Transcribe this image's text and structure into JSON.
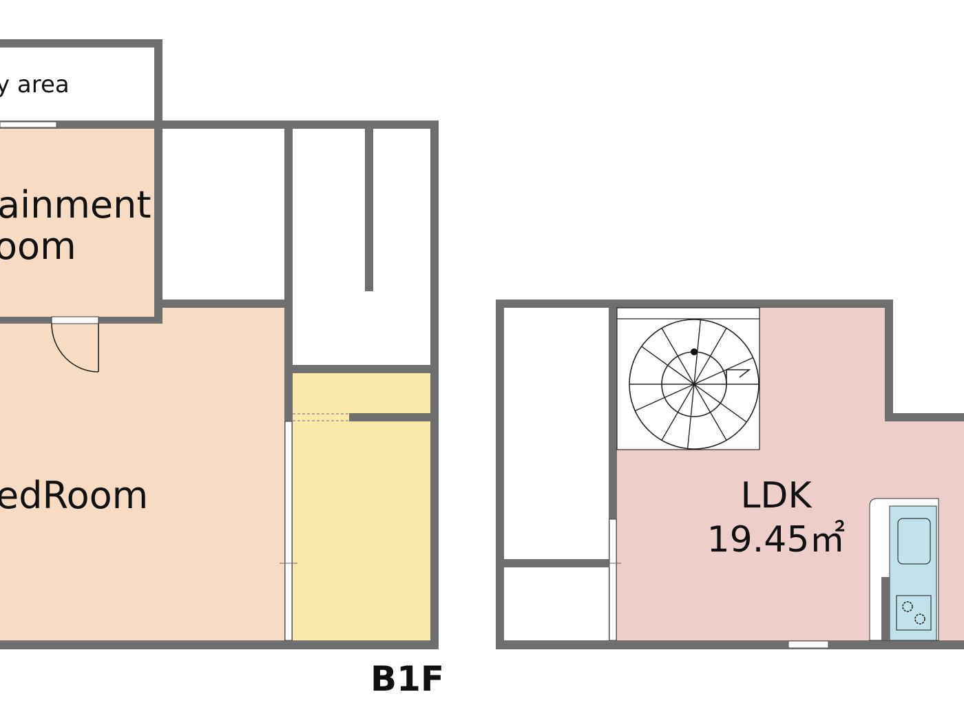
{
  "floor_b1f": {
    "label": "B1F",
    "rooms": {
      "dry_area": "y area",
      "entertainment_line1": "ainment",
      "entertainment_line2": "oom",
      "bedroom": "edRoom"
    }
  },
  "floor_1f": {
    "rooms": {
      "ldk_name": "LDK",
      "ldk_area": "19.45㎡"
    }
  },
  "colors": {
    "wall": "#6f6f6f",
    "bedroom_fill": "#f6dcc4",
    "storage_fill": "#faeaa8",
    "ldk_fill": "#eccfcb",
    "kitchen_fill": "#c3e1ea"
  }
}
